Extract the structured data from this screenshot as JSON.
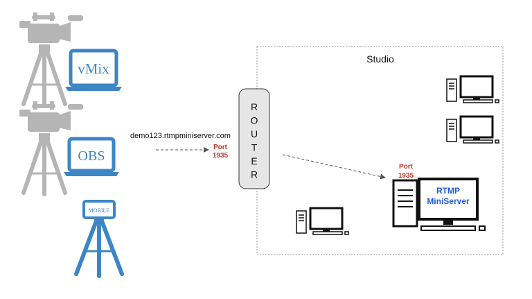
{
  "diagram": {
    "studio_label": "Studio",
    "router_label": "ROUTER",
    "hostname": "demo123.rtmpminiserver.com",
    "port_left": {
      "word": "Port",
      "number": "1935"
    },
    "port_right": {
      "word": "Port",
      "number": "1935"
    },
    "server_label": {
      "line1": "RTMP",
      "line2": "MiniServer"
    },
    "sources": [
      {
        "device_label": "vMix"
      },
      {
        "device_label": "OBS"
      },
      {
        "device_label": "MOBILE"
      }
    ],
    "colors": {
      "camera_gray": "#b5b5b5",
      "device_blue": "#3d86c6",
      "port_red": "#c0392b",
      "server_text_blue": "#1f5bd6",
      "router_fill": "#e6e6e6",
      "studio_border": "#999999"
    },
    "icons": [
      "video-camera-icon",
      "tripod-icon",
      "laptop-icon",
      "smartphone-icon",
      "router-icon",
      "desktop-computer-icon",
      "server-tower-icon"
    ]
  }
}
